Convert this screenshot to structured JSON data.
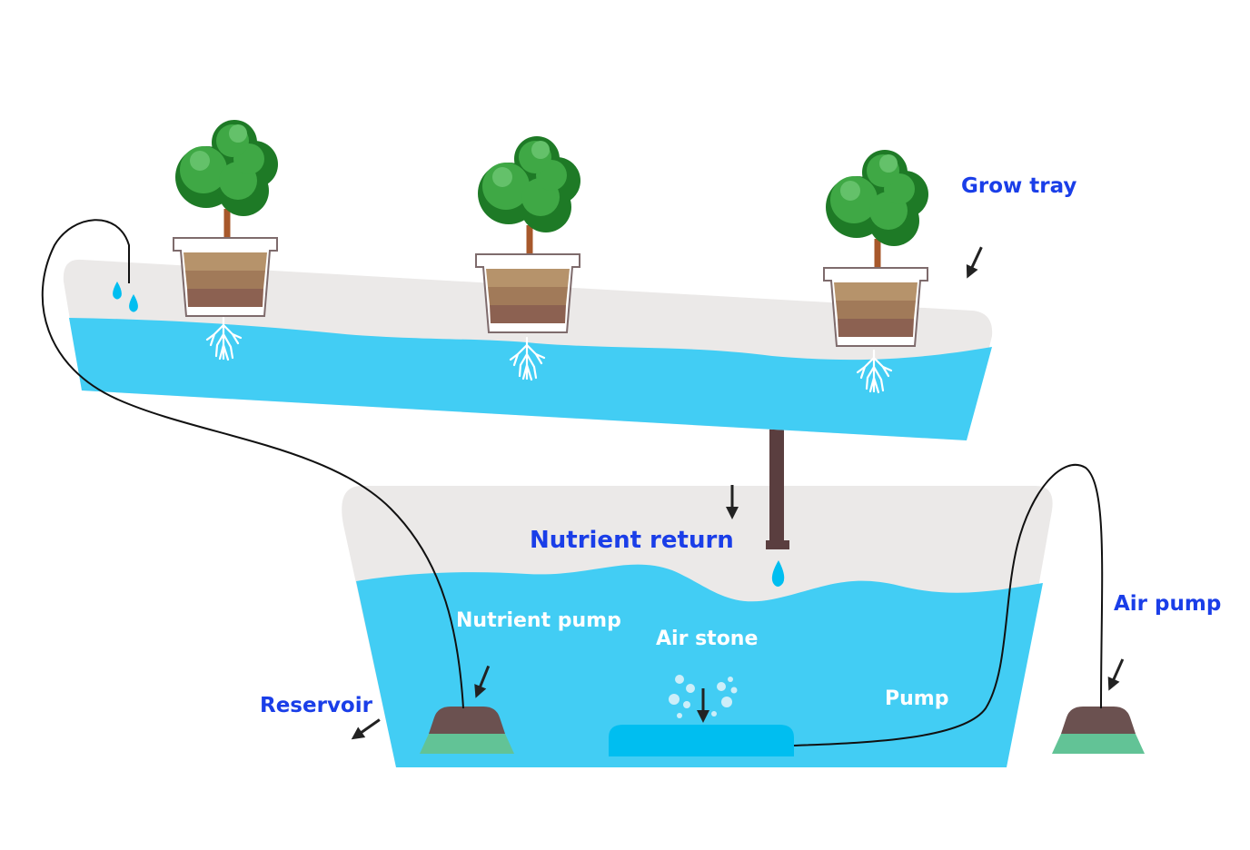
{
  "labels": {
    "grow_tray": "Grow tray",
    "nutrient_return": "Nutrient return",
    "nutrient_pump": "Nutrient pump",
    "air_stone": "Air stone",
    "pump": "Pump",
    "air_pump": "Air pump",
    "reservoir": "Reservoir"
  },
  "colors": {
    "water": "#42cdf4",
    "tank_wall": "#ebe9e8",
    "air_stone": "#00bef0",
    "pump_top": "#6b5150",
    "pump_base": "#62c396",
    "label_blue": "#1a3ee8",
    "plant_dark": "#1e7a26",
    "plant_light": "#3fa845",
    "stem": "#a7582b",
    "pipe": "#5a3e3f"
  },
  "icons": [
    "plant-icon",
    "pot-icon",
    "roots-icon",
    "water-drop-icon",
    "air-bubble-icon",
    "arrow-icon"
  ]
}
